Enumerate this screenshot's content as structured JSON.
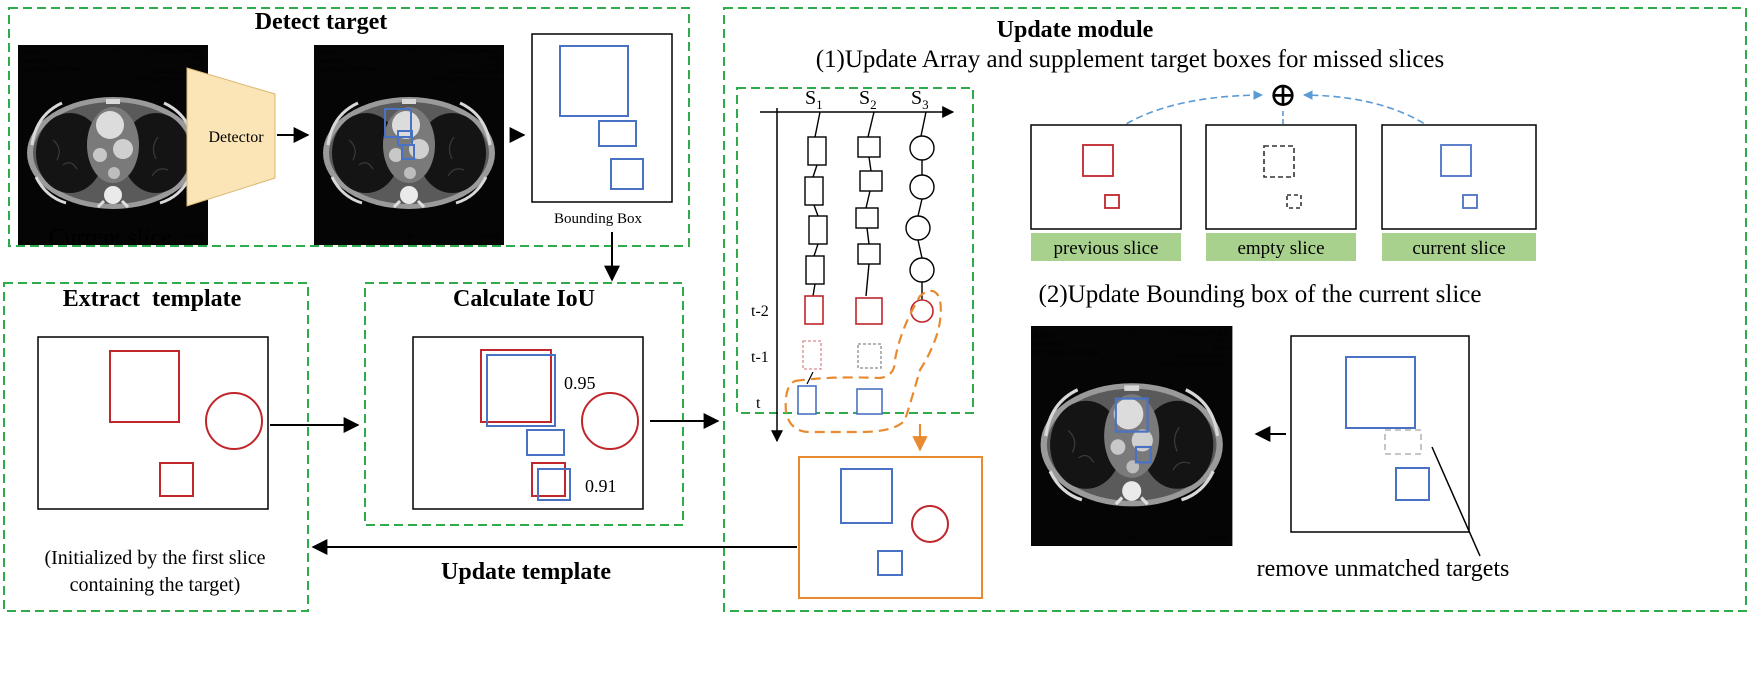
{
  "panels": {
    "detect_target": {
      "title": "Detect target",
      "detector_label": "Detector",
      "current_slice_label": "Current slice",
      "bounding_box_label": "Bounding Box"
    },
    "extract_template": {
      "title": "Extract  template",
      "note_line1": "(Initialized by the first slice",
      "note_line2": "containing the target)"
    },
    "calculate_iou": {
      "title": "Calculate IoU",
      "iou_values": [
        "0.95",
        "0.91"
      ]
    },
    "update_module": {
      "title": "Update module",
      "step1": "(1)Update Array and supplement target boxes for missed slices",
      "step2": "(2)Update Bounding box of the current slice",
      "array_columns": [
        {
          "base": "S",
          "sub": "1"
        },
        {
          "base": "S",
          "sub": "2"
        },
        {
          "base": "S",
          "sub": "3"
        }
      ],
      "time_labels": [
        "t-2",
        "t-1",
        "t"
      ],
      "slice_labels": [
        "previous slice",
        "empty slice",
        "current slice"
      ],
      "remove_label": "remove unmatched targets",
      "merge_symbol": "⊕"
    },
    "update_template_label": "Update template"
  },
  "ct_overlay": {
    "top_left_lines": [
      "H 049Y",
      "0004967482",
      "ACCES#:@CT00319306"
    ],
    "top_center": "A327",
    "top_right_lines": [
      "CONTRAST:APPLIED",
      "SE:6",
      "IM:44",
      "2016-09-12 21:09:35",
      "SYS#:@CTAWP63024 Seas"
    ],
    "bottom_center": "P47",
    "bottom_right": "FILT:B"
  },
  "colors": {
    "dashed_green": "#2eab4b",
    "red": "#c0262b",
    "blue": "#4a72c4",
    "orange": "#e88a30",
    "light_blue_dash": "#5b9bd5",
    "slice_label_bg": "#a9d18e",
    "detector_fill": "#fbe5b6"
  }
}
